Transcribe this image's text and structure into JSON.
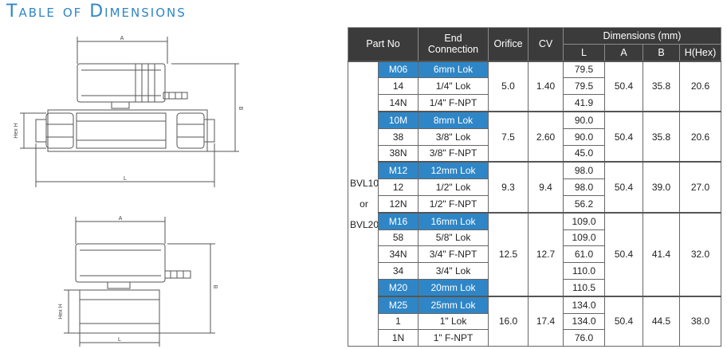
{
  "title": "Table of Dimensions",
  "drawings": {
    "top": {
      "A": "A",
      "B": "B",
      "L": "L",
      "hex": "Hex H"
    },
    "bottom": {
      "A": "A",
      "B": "B",
      "L": "L",
      "hex": "Hex H"
    }
  },
  "table": {
    "headers": {
      "part_no": "Part No",
      "end_connection": "End\nConnection",
      "orifice": "Orifice",
      "cv": "CV",
      "dimensions": "Dimensions (mm)",
      "L": "L",
      "A": "A",
      "B": "B",
      "H": "H(Hex)"
    },
    "model": [
      "BVL10",
      "or",
      "BVL20"
    ],
    "groups": [
      {
        "orifice": "5.0",
        "cv": "1.40",
        "A": "50.4",
        "B": "35.8",
        "H": "20.6",
        "rows": [
          {
            "part": "M06",
            "end": "6mm Lok",
            "L": "79.5"
          },
          {
            "part": "14",
            "end": "1/4\" Lok",
            "L": "79.5"
          },
          {
            "part": "14N",
            "end": "1/4\" F-NPT",
            "L": "41.9"
          }
        ]
      },
      {
        "orifice": "7.5",
        "cv": "2.60",
        "A": "50.4",
        "B": "35.8",
        "H": "20.6",
        "rows": [
          {
            "part": "10M",
            "end": "8mm Lok",
            "L": "90.0"
          },
          {
            "part": "38",
            "end": "3/8\" Lok",
            "L": "90.0"
          },
          {
            "part": "38N",
            "end": "3/8\" F-NPT",
            "L": "45.0"
          }
        ]
      },
      {
        "orifice": "9.3",
        "cv": "9.4",
        "A": "50.4",
        "B": "39.0",
        "H": "27.0",
        "rows": [
          {
            "part": "M12",
            "end": "12mm Lok",
            "L": "98.0"
          },
          {
            "part": "12",
            "end": "1/2\" Lok",
            "L": "98.0"
          },
          {
            "part": "12N",
            "end": "1/2\" F-NPT",
            "L": "56.2"
          }
        ]
      },
      {
        "orifice": "12.5",
        "cv": "12.7",
        "A": "50.4",
        "B": "41.4",
        "H": "32.0",
        "rows": [
          {
            "part": "M16",
            "end": "16mm Lok",
            "L": "109.0"
          },
          {
            "part": "58",
            "end": "5/8\" Lok",
            "L": "109.0"
          },
          {
            "part": "34N",
            "end": "3/4\" F-NPT",
            "L": "61.0"
          },
          {
            "part": "34",
            "end": "3/4\" Lok",
            "L": "110.0"
          },
          {
            "part": "M20",
            "end": "20mm Lok",
            "L": "110.5"
          }
        ]
      },
      {
        "orifice": "16.0",
        "cv": "17.4",
        "A": "50.4",
        "B": "44.5",
        "H": "38.0",
        "rows": [
          {
            "part": "M25",
            "end": "25mm Lok",
            "L": "134.0"
          },
          {
            "part": "1",
            "end": "1\" Lok",
            "L": "134.0"
          },
          {
            "part": "1N",
            "end": "1\" F-NPT",
            "L": "76.0"
          }
        ]
      }
    ]
  }
}
